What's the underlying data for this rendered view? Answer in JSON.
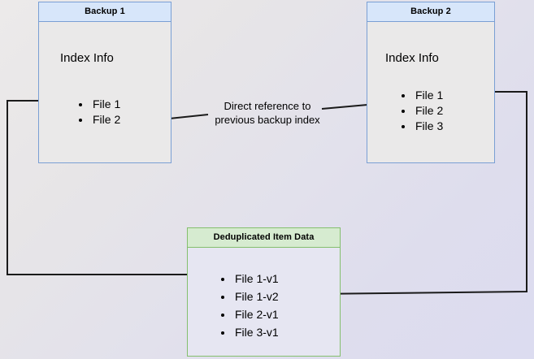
{
  "diagram": {
    "title": "Backup deduplication index reference diagram",
    "background": {
      "gradient_from": "#eceaea",
      "gradient_to": "#dcdcf0"
    },
    "colors": {
      "blue_border": "#7a9fd4",
      "blue_header_fill": "#d7e6fa",
      "green_border": "#84bf6d",
      "green_header_fill": "#d6ebd0",
      "box_body_fill": "#eae9e9",
      "edge_stroke": "#1a1a1a"
    },
    "nodes": {
      "backup1": {
        "title": "Backup 1",
        "section_label": "Index Info",
        "files": [
          "File 1",
          "File 2"
        ]
      },
      "backup2": {
        "title": "Backup 2",
        "section_label": "Index Info",
        "files": [
          "File 1",
          "File 2",
          "File 3"
        ]
      },
      "dedup": {
        "title": "Deduplicated Item Data",
        "files": [
          "File 1-v1",
          "File 1-v2",
          "File 2-v1",
          "File 3-v1"
        ]
      }
    },
    "edges": {
      "direct_reference": {
        "label_line1": "Direct reference to",
        "label_line2": "previous backup index",
        "from": "Backup 2 / File 2",
        "to": "Backup 1 / File 2"
      },
      "backup1_to_dedup": {
        "from": "Backup 1 / File 1",
        "to": "Deduplicated Item Data / File 1-v1"
      },
      "backup2_to_dedup": {
        "from": "Backup 2 / File 1",
        "to": "Deduplicated Item Data / File 1-v2"
      }
    }
  }
}
